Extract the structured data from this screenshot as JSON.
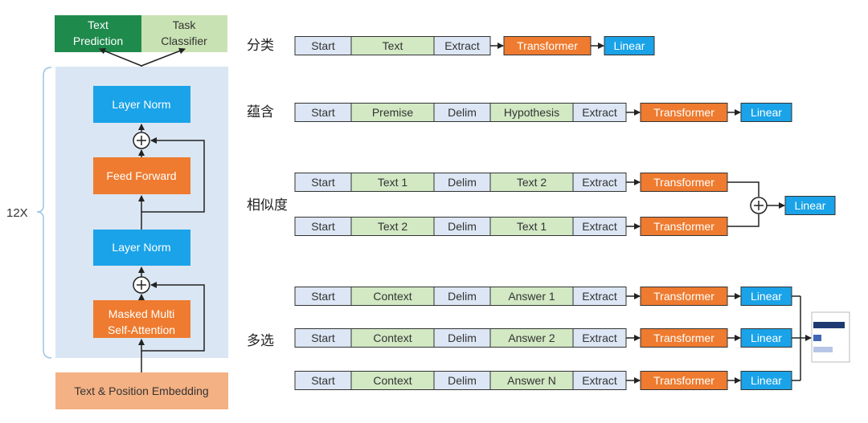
{
  "colors": {
    "dark_green": "#1e8a4c",
    "light_green": "#c9e2b3",
    "token_green": "#d2e9c4",
    "token_blue": "#dce6f4",
    "cyan": "#1aa3e8",
    "orange": "#ee7b2f",
    "peach": "#f4b183",
    "panel": "#dae6f3",
    "line": "#222222"
  },
  "left": {
    "heads": [
      "Text\nPrediction",
      "Task\nClassifier"
    ],
    "layer_norm_top": "Layer Norm",
    "feed_forward": "Feed Forward",
    "layer_norm_bottom": "Layer Norm",
    "attention": "Masked Multi\nSelf-Attention",
    "embedding": "Text & Position Embedding",
    "repeat": "12X",
    "plus": "+"
  },
  "tasks": [
    {
      "label": "分类",
      "rows": [
        {
          "tokens": [
            {
              "text": "Start",
              "kind": "blue"
            },
            {
              "text": "Text",
              "kind": "green"
            },
            {
              "text": "Extract",
              "kind": "blue"
            }
          ],
          "transformer": "Transformer",
          "linear": "Linear"
        }
      ]
    },
    {
      "label": "蕴含",
      "rows": [
        {
          "tokens": [
            {
              "text": "Start",
              "kind": "blue"
            },
            {
              "text": "Premise",
              "kind": "green"
            },
            {
              "text": "Delim",
              "kind": "blue"
            },
            {
              "text": "Hypothesis",
              "kind": "green"
            },
            {
              "text": "Extract",
              "kind": "blue"
            }
          ],
          "transformer": "Transformer",
          "linear": "Linear"
        }
      ]
    },
    {
      "label": "相似度",
      "rows": [
        {
          "tokens": [
            {
              "text": "Start",
              "kind": "blue"
            },
            {
              "text": "Text 1",
              "kind": "green"
            },
            {
              "text": "Delim",
              "kind": "blue"
            },
            {
              "text": "Text 2",
              "kind": "green"
            },
            {
              "text": "Extract",
              "kind": "blue"
            }
          ],
          "transformer": "Transformer"
        },
        {
          "tokens": [
            {
              "text": "Start",
              "kind": "blue"
            },
            {
              "text": "Text 2",
              "kind": "green"
            },
            {
              "text": "Delim",
              "kind": "blue"
            },
            {
              "text": "Text 1",
              "kind": "green"
            },
            {
              "text": "Extract",
              "kind": "blue"
            }
          ],
          "transformer": "Transformer"
        }
      ],
      "merge": "+",
      "linear": "Linear"
    },
    {
      "label": "多选",
      "rows": [
        {
          "tokens": [
            {
              "text": "Start",
              "kind": "blue"
            },
            {
              "text": "Context",
              "kind": "green"
            },
            {
              "text": "Delim",
              "kind": "blue"
            },
            {
              "text": "Answer 1",
              "kind": "green"
            },
            {
              "text": "Extract",
              "kind": "blue"
            }
          ],
          "transformer": "Transformer",
          "linear": "Linear"
        },
        {
          "tokens": [
            {
              "text": "Start",
              "kind": "blue"
            },
            {
              "text": "Context",
              "kind": "green"
            },
            {
              "text": "Delim",
              "kind": "blue"
            },
            {
              "text": "Answer 2",
              "kind": "green"
            },
            {
              "text": "Extract",
              "kind": "blue"
            }
          ],
          "transformer": "Transformer",
          "linear": "Linear"
        },
        {
          "tokens": [
            {
              "text": "Start",
              "kind": "blue"
            },
            {
              "text": "Context",
              "kind": "green"
            },
            {
              "text": "Delim",
              "kind": "blue"
            },
            {
              "text": "Answer N",
              "kind": "green"
            },
            {
              "text": "Extract",
              "kind": "blue"
            }
          ],
          "transformer": "Transformer",
          "linear": "Linear"
        }
      ]
    }
  ]
}
